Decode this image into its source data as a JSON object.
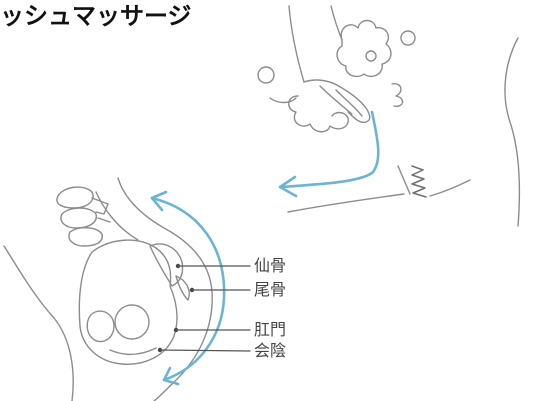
{
  "heading": "ッシュマッサージ",
  "labels": {
    "sacrum": "仙骨",
    "coccyx": "尾骨",
    "anus": "肛門",
    "perineum": "会陰"
  },
  "colors": {
    "arrow": "#6cb4d4",
    "pencil": "#8c8c8c",
    "text": "#111111"
  }
}
